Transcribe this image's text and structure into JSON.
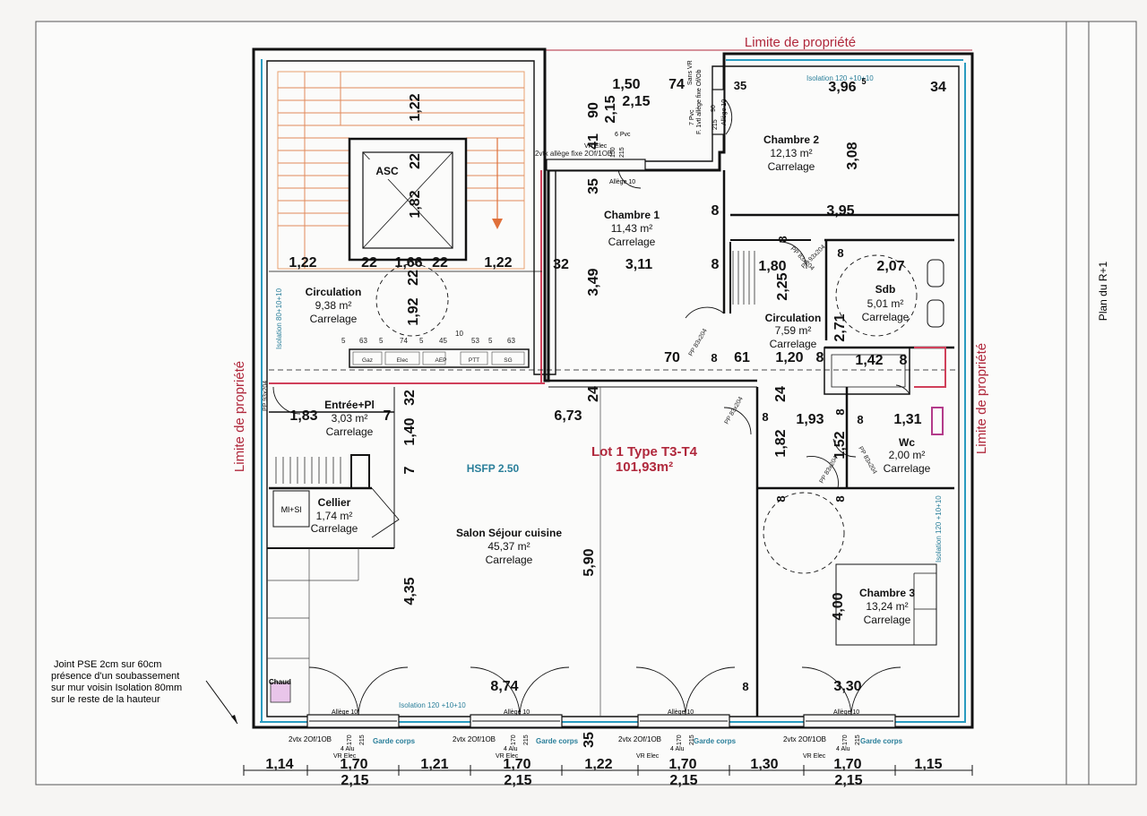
{
  "sheet": {
    "side_title": "Plan du R+1",
    "property_limit": "Limite de propriété"
  },
  "lot": {
    "title": "Lot 1 Type T3-T4",
    "area": "101,93m²"
  },
  "hsfp": "HSFP 2.50",
  "joint_note": [
    "Joint PSE 2cm sur 60cm",
    "présence d'un soubassement",
    "sur mur voisin Isolation 80mm",
    "sur le reste de la hauteur"
  ],
  "rooms": {
    "asc": "ASC",
    "circulation1": {
      "name": "Circulation",
      "area": "9,38 m²",
      "floor": "Carrelage"
    },
    "chambre1": {
      "name": "Chambre 1",
      "area": "11,43 m²",
      "floor": "Carrelage"
    },
    "chambre2": {
      "name": "Chambre 2",
      "area": "12,13 m²",
      "floor": "Carrelage"
    },
    "sdb": {
      "name": "Sdb",
      "area": "5,01 m²",
      "floor": "Carrelage"
    },
    "circulation2": {
      "name": "Circulation",
      "area": "7,59 m²",
      "floor": "Carrelage"
    },
    "entree": {
      "name": "Entrée+Pl",
      "area": "3,03 m²",
      "floor": "Carrelage"
    },
    "wc": {
      "name": "Wc",
      "area": "2,00 m²",
      "floor": "Carrelage"
    },
    "cellier": {
      "name": "Cellier",
      "area": "1,74 m²",
      "floor": "Carrelage",
      "equip": "Ml+Sl"
    },
    "salon": {
      "name": "Salon Séjour cuisine",
      "area": "45,37 m²",
      "floor": "Carrelage"
    },
    "chambre3": {
      "name": "Chambre 3",
      "area": "13,24 m²",
      "floor": "Carrelage"
    },
    "chaud": "Chaud"
  },
  "gaines": [
    "Gaz",
    "Elec",
    "AEP",
    "PTT",
    "SG"
  ],
  "gaine_dims": [
    "5",
    "63",
    "5",
    "74",
    "5",
    "45",
    "10",
    "53",
    "5",
    "63"
  ],
  "insulation": {
    "top": "Isolation 120 +10+10",
    "left": "Isolation 80+10+10",
    "right": "Isolation 120 +10+10",
    "bottom": "Isolation 120 +10+10"
  },
  "door_labels": {
    "pp83": "PP 83x204",
    "pp93": "PP 93x204"
  },
  "window_labels": {
    "top_a": "2vtx allège fixe 2Of/1OB",
    "top_b": "6 Pvc",
    "top_c": "150",
    "top_d": "215",
    "vr": "VR Elec",
    "right_a": "7 Pvc",
    "right_b": "F. 1vtl allège fixe Of/Ob",
    "right_c": "90",
    "right_d": "215",
    "sans_vr": "Sans VR",
    "allege": "Allège 10",
    "bottom_a": "2vtx 2Of/1OB",
    "bottom_b": "4 Alu",
    "bottom_c": "170",
    "bottom_d": "215",
    "garde": "Garde corps"
  },
  "dims": {
    "d1_22": "1,22",
    "d22": "22",
    "d1_82": "1,82",
    "d1_66": "1,66",
    "d32": "32",
    "d1_92": "1,92",
    "d1_83": "1,83",
    "d7": "7",
    "d1_40": "1,40",
    "d6_73": "6,73",
    "d24": "24",
    "d3_49": "3,49",
    "d3_11": "3,11",
    "d8": "8",
    "d35": "35",
    "d41": "41",
    "d90": "90",
    "d2_15": "2,15",
    "d1_50": "1,50",
    "d74": "74",
    "d3_96": "3,96",
    "d5": "5",
    "d34": "34",
    "d3_08": "3,08",
    "d3_95": "3,95",
    "d1_80": "1,80",
    "d2_25": "2,25",
    "d2_07": "2,07",
    "d2_71": "2,71",
    "d70": "70",
    "d61": "61",
    "d1_20": "1,20",
    "d1_42": "1,42",
    "d1_93": "1,93",
    "d1_31": "1,31",
    "d1_52": "1,52",
    "d4_35": "4,35",
    "d5_90": "5,90",
    "d8_74": "8,74",
    "d4_00": "4,00",
    "d3_30": "3,30",
    "d1_14": "1,14",
    "d1_70": "1,70",
    "d1_21": "1,21",
    "d1_30": "1,30",
    "d1_15": "1,15"
  }
}
